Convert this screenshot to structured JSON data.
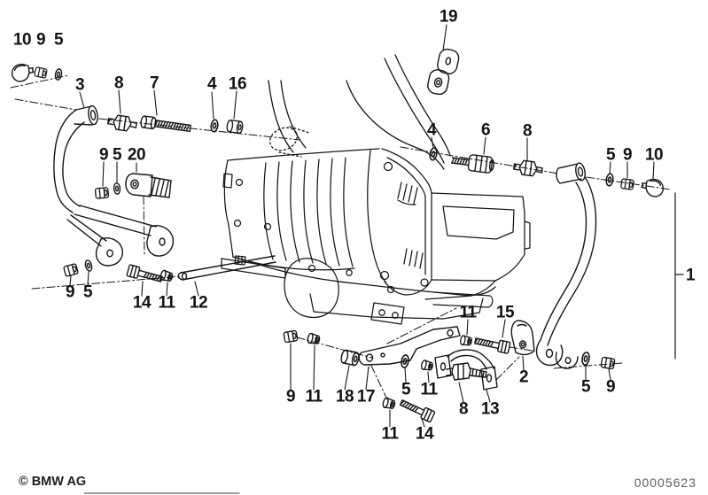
{
  "diagram": {
    "footer": {
      "copyright": "© BMW AG",
      "image_number": "00005623"
    },
    "colors": {
      "ink": "#161616",
      "background": "#ffffff",
      "image_number_gray": "#5f5f5f"
    },
    "callouts": {
      "c01": "10",
      "c02": "9",
      "c03": "5",
      "c04": "3",
      "c05": "8",
      "c06": "7",
      "c07": "4",
      "c08": "16",
      "c09": "19",
      "c10": "4",
      "c11": "6",
      "c12": "8",
      "c13": "5",
      "c14": "9",
      "c15": "10",
      "c16": "1",
      "c17": "9",
      "c18": "5",
      "c19": "20",
      "c20": "9",
      "c21": "5",
      "c22": "14",
      "c23": "11",
      "c24": "12",
      "c25": "9",
      "c26": "11",
      "c27": "18",
      "c28": "17",
      "c29": "5",
      "c30": "11",
      "c31": "8",
      "c32": "13",
      "c33": "11",
      "c34": "14",
      "c35": "11",
      "c36": "15",
      "c37": "2",
      "c38": "5",
      "c39": "9"
    }
  }
}
